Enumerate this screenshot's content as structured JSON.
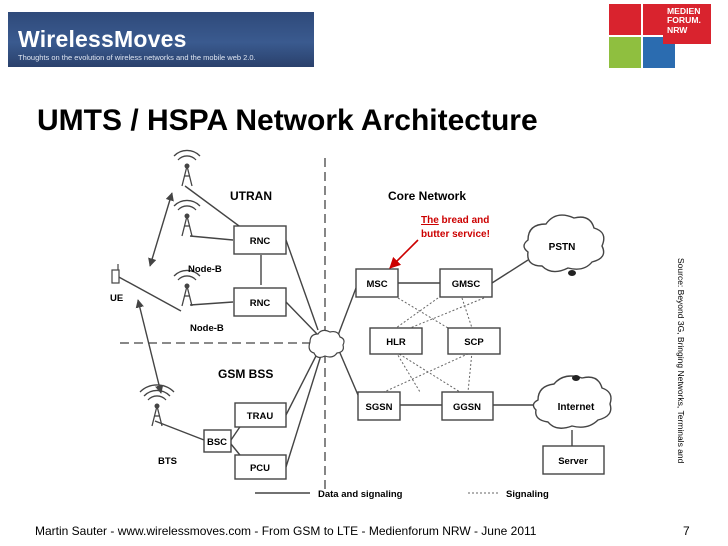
{
  "header": {
    "brand": "WirelessMoves",
    "tagline": "Thoughts on the evolution of wireless networks and the mobile web 2.0.",
    "logo_lines": [
      "MEDIEN",
      "FORUM.",
      "NRW"
    ],
    "logo_colors": [
      "#d9232e",
      "#8fbf3f",
      "#2b6cb0",
      "#d9232e"
    ]
  },
  "slide": {
    "title": "UMTS / HSPA Network Architecture",
    "source": "Source: Beyond 3G, Bringing Networks, Terminals and",
    "footer": "Martin Sauter  -  www.wirelessmoves.com  -  From GSM to LTE -  Medienforum NRW  -  June 2011",
    "page_number": "7"
  },
  "diagram": {
    "sections": {
      "utran": "UTRAN",
      "core": "Core Network",
      "gsm_bss": "GSM BSS"
    },
    "nodes": {
      "rnc1": "RNC",
      "rnc2": "RNC",
      "msc": "MSC",
      "gmsc": "GMSC",
      "hlr": "HLR",
      "scp": "SCP",
      "sgsn": "SGSN",
      "ggsn": "GGSN",
      "trau": "TRAU",
      "bsc": "BSC",
      "pcu": "PCU",
      "server": "Server"
    },
    "clouds": {
      "pstn": "PSTN",
      "internet": "Internet"
    },
    "labels": {
      "nodeb1": "Node-B",
      "nodeb2": "Node-B",
      "ue": "UE",
      "bts": "BTS"
    },
    "annotation": {
      "underlined": "The",
      "line1_rest": " bread and",
      "line2": "butter service!"
    },
    "legend": {
      "solid": "Data and signaling",
      "dotted": "Signaling"
    },
    "annotation_color": "#cc0000"
  }
}
